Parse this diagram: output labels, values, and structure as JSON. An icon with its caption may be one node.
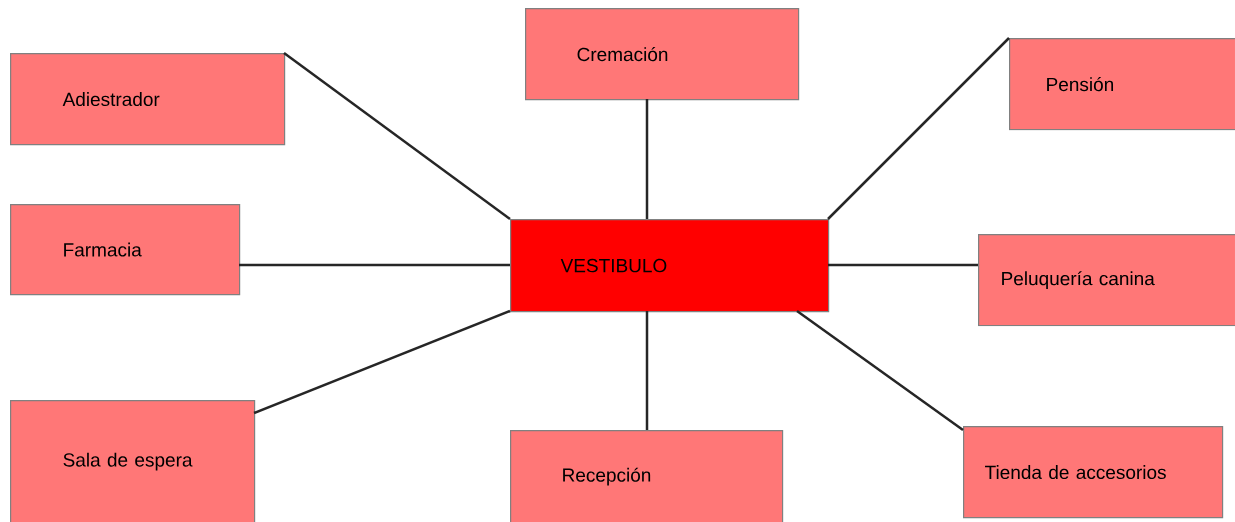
{
  "diagram": {
    "nodes": [
      {
        "text": [
          "VESTIBULO"
        ]
      },
      {
        "text": [
          "Adiestrador"
        ]
      },
      {
        "text": [
          "Cremación"
        ]
      },
      {
        "text": [
          "Pensión"
        ]
      },
      {
        "text": [
          "Farmacia"
        ]
      },
      {
        "text": [
          "Peluquería canina"
        ]
      },
      {
        "text": [
          "Sala de espera"
        ]
      },
      {
        "text": [
          "Recepción"
        ]
      },
      {
        "text": [
          "Tienda de accesorios"
        ]
      }
    ],
    "edges": [
      {
        "from": 0,
        "to": 1,
        "arrow": "none"
      },
      {
        "from": 0,
        "to": 2,
        "arrow": "none"
      },
      {
        "from": 0,
        "to": 3,
        "arrow": "none"
      },
      {
        "from": 0,
        "to": 4,
        "arrow": "none"
      },
      {
        "from": 0,
        "to": 5,
        "arrow": "none"
      },
      {
        "from": 0,
        "to": 6,
        "arrow": "none"
      },
      {
        "from": 0,
        "to": 7,
        "arrow": "none"
      },
      {
        "from": 0,
        "to": 8,
        "arrow": "none"
      }
    ]
  }
}
